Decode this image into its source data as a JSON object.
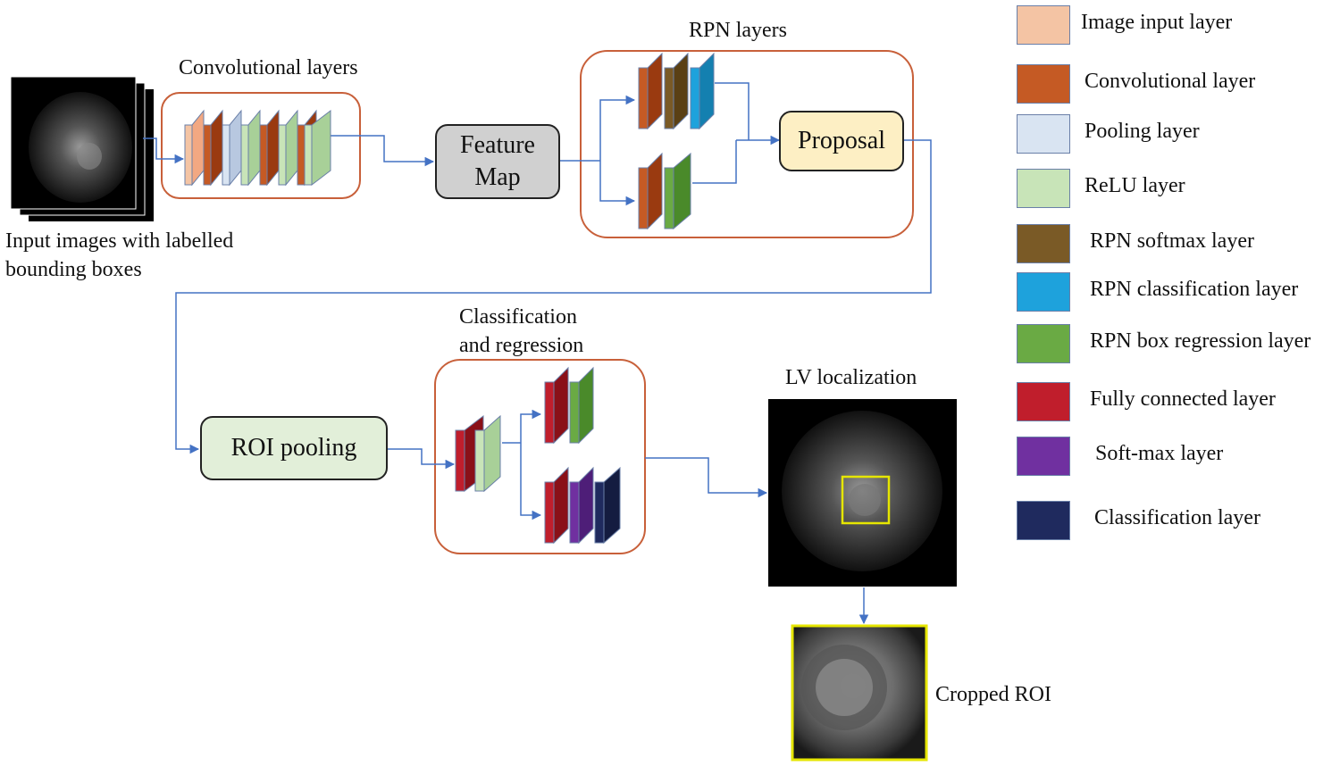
{
  "labels": {
    "conv_layers": "Convolutional  layers",
    "rpn_layers": "RPN layers",
    "input_caption": "Input images with labelled bounding boxes",
    "classification": "Classification and regression",
    "lv_localization": "LV localization",
    "cropped_roi": "Cropped ROI"
  },
  "boxes": {
    "feature_map": "Feature Map",
    "proposal": "Proposal",
    "roi_pooling": "ROI pooling"
  },
  "legend": [
    {
      "label": "Image input layer",
      "color": "#f4c4a4"
    },
    {
      "label": "Convolutional  layer",
      "color": "#c55a24"
    },
    {
      "label": "Pooling  layer",
      "color": "#d9e4f2"
    },
    {
      "label": "ReLU  layer",
      "color": "#c8e4b8"
    },
    {
      "label": "RPN softmax  layer",
      "color": "#7a5a26"
    },
    {
      "label": "RPN classification  layer",
      "color": "#1ea2dc"
    },
    {
      "label": "RPN box regression  layer",
      "color": "#6aaa44"
    },
    {
      "label": "Fully connected  layer",
      "color": "#c01e2c"
    },
    {
      "label": "Soft-max  layer",
      "color": "#7030a0"
    },
    {
      "label": "Classification  layer",
      "color": "#1f2a5e"
    }
  ],
  "colors": {
    "container_border": "#c8603a",
    "arrow": "#4472c4",
    "feature_map_fill": "#d0d0d0",
    "proposal_fill": "#fdefc4",
    "roi_pooling_fill": "#e2efd9",
    "roi_highlight": "#e6e600"
  }
}
